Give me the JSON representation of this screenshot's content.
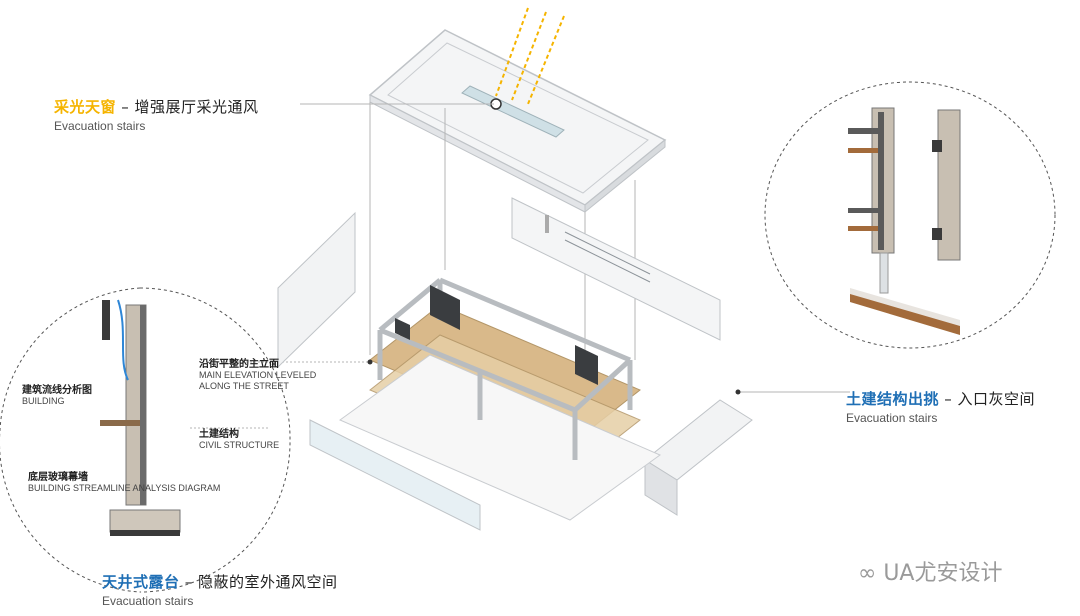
{
  "labels": {
    "skylight": {
      "zh_hl": "采光天窗",
      "zh_rest": " – 增强展厅采光通风",
      "en": "Evacuation stairs"
    },
    "overhang": {
      "zh_hl": "土建结构出挑",
      "zh_rest": " – 入口灰空间",
      "en": "Evacuation stairs"
    },
    "terrace": {
      "zh_hl": "天井式露台",
      "zh_rest": " – 隐蔽的室外通风空间",
      "en": "Evacuation stairs"
    }
  },
  "section_labels": {
    "facade": {
      "zh": "沿街平整的主立面",
      "en1": "MAIN ELEVATION LEVELED",
      "en2": "ALONG THE STREET"
    },
    "streamline": {
      "zh": "建筑流线分析图",
      "en": "BUILDING"
    },
    "civil": {
      "zh": "土建结构",
      "en": "CIVIL STRUCTURE"
    },
    "glass": {
      "zh": "底层玻璃幕墙",
      "en": "BUILDING STREAMLINE ANALYSIS DIAGRAM"
    }
  },
  "watermark": "UA尤安设计",
  "colors": {
    "yellow": "#f5b400",
    "blue": "#1f6fb5",
    "wood": "#d9b98a",
    "steel": "#6b6b6b"
  }
}
